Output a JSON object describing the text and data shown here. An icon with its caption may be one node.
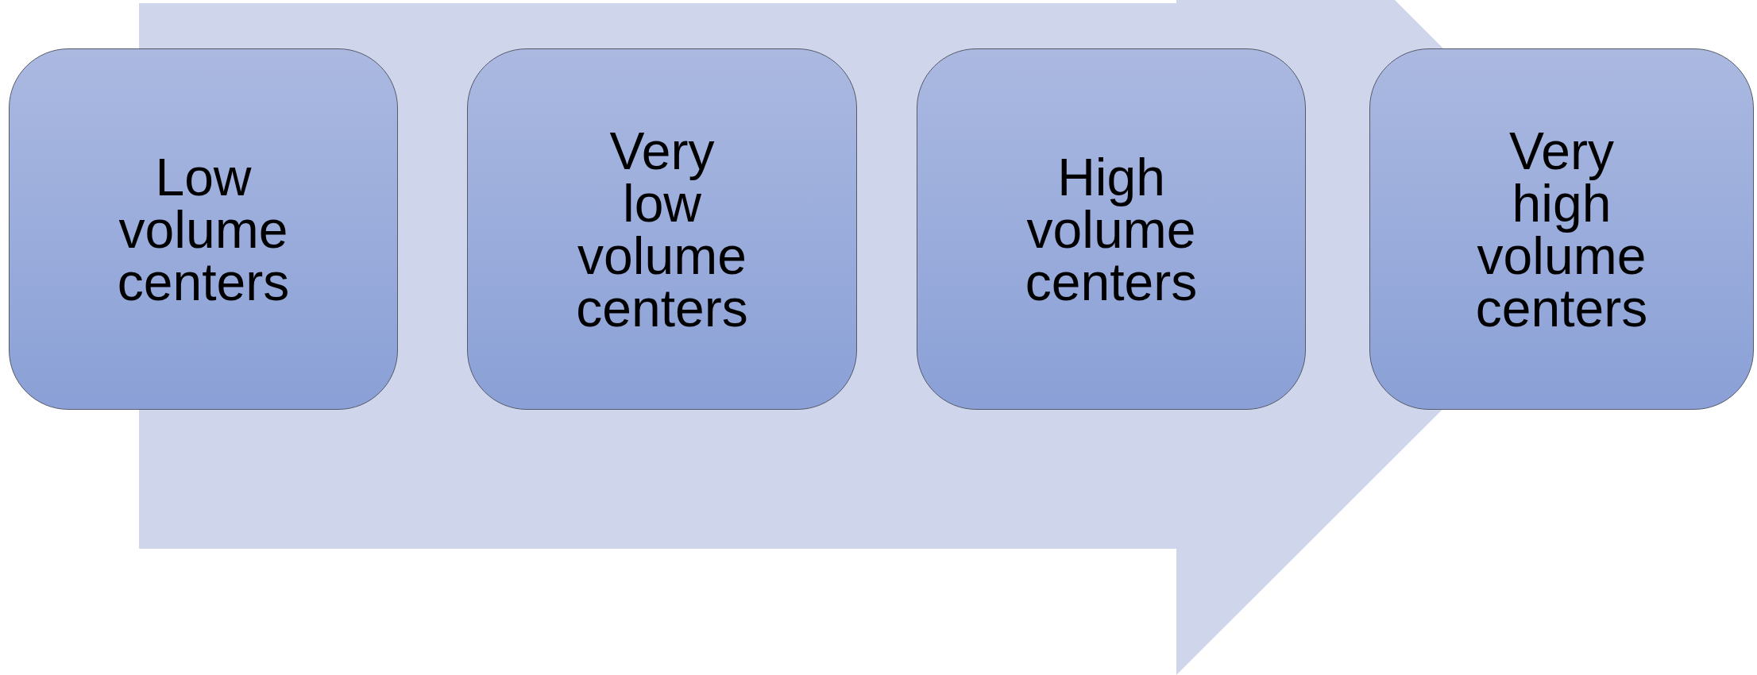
{
  "diagram": {
    "nodes": [
      {
        "text": [
          "Low volume centers"
        ]
      },
      {
        "text": [
          "Very low volume centers"
        ]
      },
      {
        "text": [
          "High volume centers"
        ]
      },
      {
        "text": [
          "Very high volume centers"
        ]
      }
    ],
    "edges": [
      {
        "from": 0,
        "to": 3,
        "arrow": "to"
      }
    ]
  }
}
